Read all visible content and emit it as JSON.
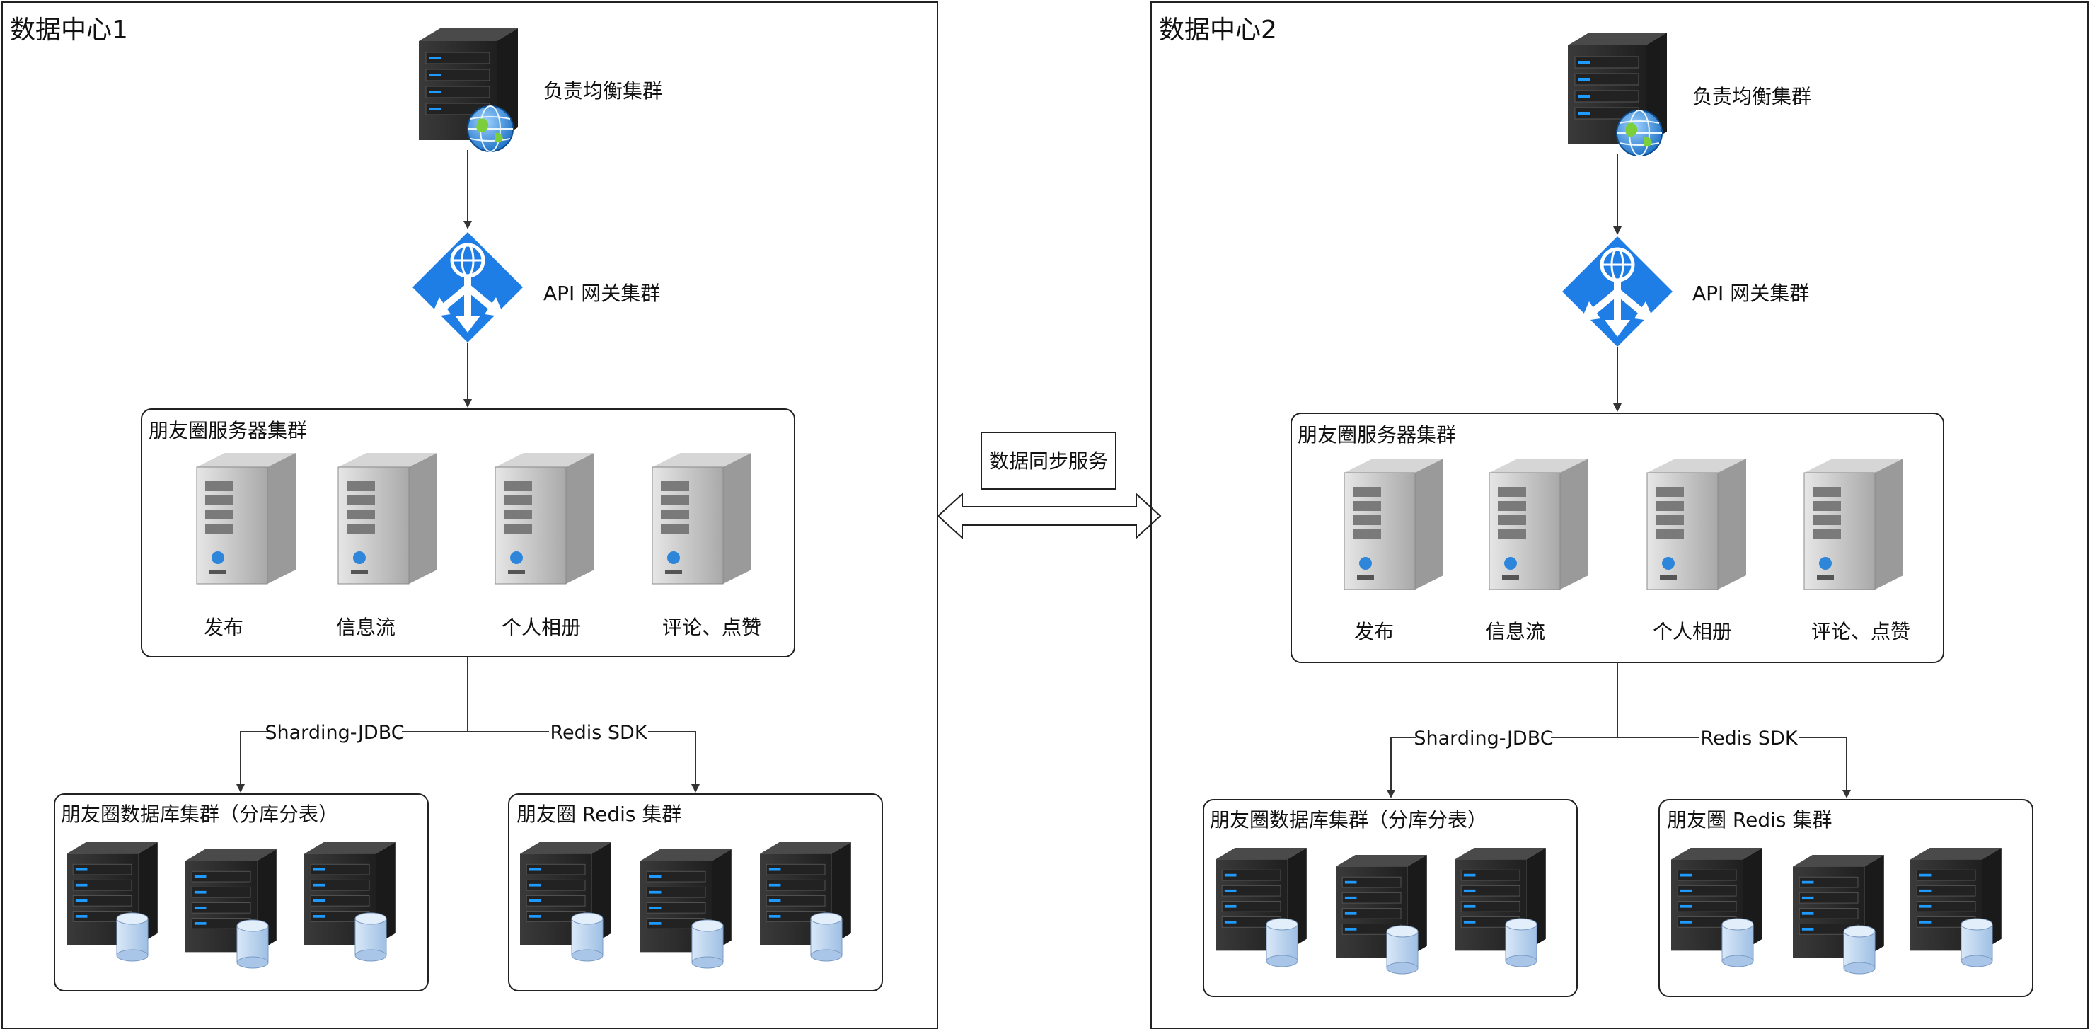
{
  "datacenters": [
    {
      "title": "数据中心1",
      "load_balancer_label": "负责均衡集群",
      "gateway_label": "API 网关集群",
      "service_cluster": {
        "title": "朋友圈服务器集群",
        "services": [
          "发布",
          "信息流",
          "个人相册",
          "评论、点赞"
        ]
      },
      "edge_labels": {
        "sharding": "Sharding-JDBC",
        "redis": "Redis SDK"
      },
      "db_cluster_title": "朋友圈数据库集群（分库分表）",
      "redis_cluster_title": "朋友圈 Redis 集群"
    },
    {
      "title": "数据中心2",
      "load_balancer_label": "负责均衡集群",
      "gateway_label": "API 网关集群",
      "service_cluster": {
        "title": "朋友圈服务器集群",
        "services": [
          "发布",
          "信息流",
          "个人相册",
          "评论、点赞"
        ]
      },
      "edge_labels": {
        "sharding": "Sharding-JDBC",
        "redis": "Redis SDK"
      },
      "db_cluster_title": "朋友圈数据库集群（分库分表）",
      "redis_cluster_title": "朋友圈 Redis 集群"
    }
  ],
  "sync": {
    "label": "数据同步服务"
  },
  "colors": {
    "border": "#000000",
    "server_dark": "#2b2b2b",
    "server_light": "#c9c9c9",
    "accent_blue": "#1f7fd6",
    "gateway_blue": "#1a73e8",
    "db_cylinder": "#b8d4f0"
  }
}
